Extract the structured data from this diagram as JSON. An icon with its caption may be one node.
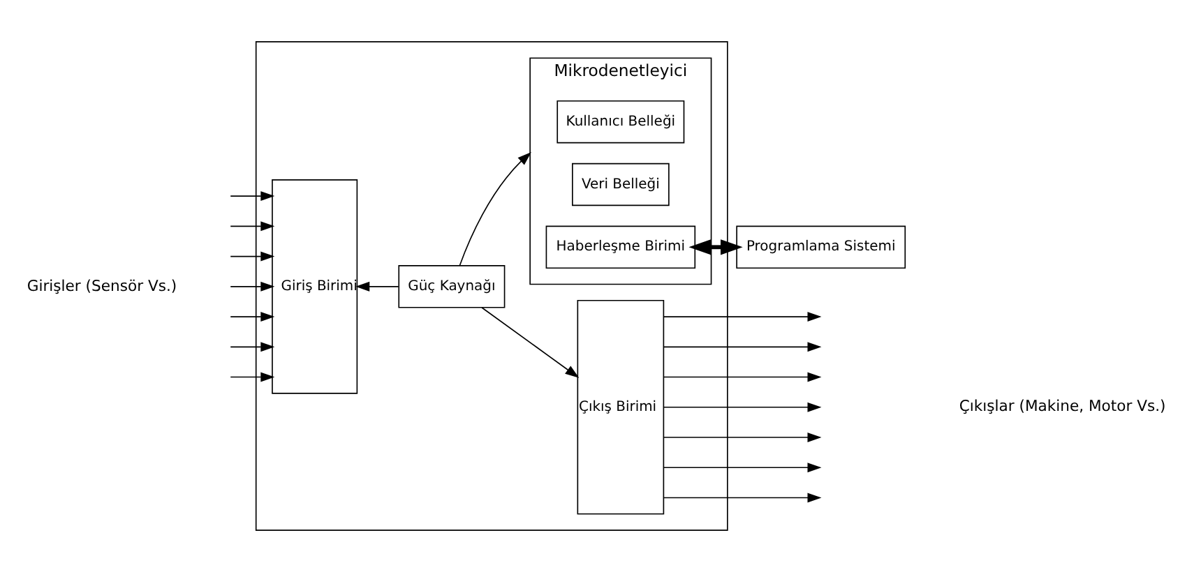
{
  "diagram": {
    "nodes": [
      {
        "text": [],
        "shape": "box"
      },
      {
        "text": [
          "Giriş Birimi"
        ],
        "in": 0
      },
      {
        "text": [
          "Güç Kaynağı"
        ],
        "in": 0
      },
      {
        "text": [
          "Mikrodenetleyici"
        ],
        "in": 0
      },
      {
        "text": [
          "Kullanıcı Belleği"
        ],
        "in": 3
      },
      {
        "text": [
          "Veri Belleği"
        ],
        "in": 3
      },
      {
        "text": [
          "Haberleşme Birimi"
        ],
        "in": 3
      },
      {
        "text": [
          "Çıkış Birimi"
        ],
        "in": 0
      },
      {
        "text": [
          "Programlama Sistemi"
        ]
      }
    ],
    "edges": [
      {
        "from": null,
        "to": 1,
        "arrow": "to"
      },
      {
        "from": null,
        "to": 1,
        "arrow": "to"
      },
      {
        "from": null,
        "to": 1,
        "arrow": "to"
      },
      {
        "from": null,
        "to": 1,
        "arrow": "to"
      },
      {
        "from": null,
        "to": 1,
        "arrow": "to"
      },
      {
        "from": null,
        "to": 1,
        "arrow": "to"
      },
      {
        "from": null,
        "to": 1,
        "arrow": "to"
      },
      {
        "from": 2,
        "to": 1,
        "arrow": "to"
      },
      {
        "from": 2,
        "to": 7,
        "arrow": "to"
      },
      {
        "from": 2,
        "to": 3,
        "arrow": "to"
      },
      {
        "from": 6,
        "to": 8,
        "arrow": "both",
        "style": "thick"
      },
      {
        "from": 7,
        "to": null,
        "arrow": "to"
      },
      {
        "from": 7,
        "to": null,
        "arrow": "to"
      },
      {
        "from": 7,
        "to": null,
        "arrow": "to"
      },
      {
        "from": 7,
        "to": null,
        "arrow": "to"
      },
      {
        "from": 7,
        "to": null,
        "arrow": "to"
      },
      {
        "from": 7,
        "to": null,
        "arrow": "to"
      },
      {
        "from": 7,
        "to": null,
        "arrow": "to"
      }
    ],
    "labels": [
      "Girişler (Sensör Vs.)",
      "Çıkışlar (Makine, Motor Vs.)"
    ]
  }
}
